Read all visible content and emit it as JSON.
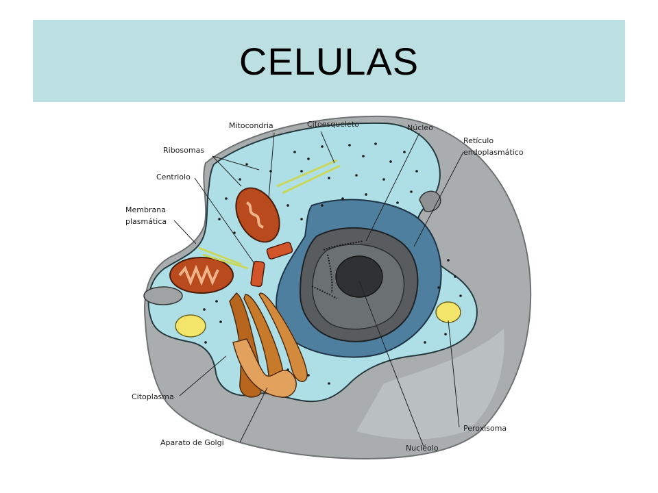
{
  "slide": {
    "title": "CELULAS"
  },
  "diagram": {
    "labels": {
      "mitocondria": "Mitocondria",
      "citoesqueleto": "Citoesqueleto",
      "nucleo": "Núcleo",
      "reticulo_1": "Retículo",
      "reticulo_2": "endoplasmático",
      "ribosomas": "Ribosomas",
      "centriolo": "Centriolo",
      "membrana_1": "Membrana",
      "membrana_2": "plasmática",
      "citoplasma": "Citoplasma",
      "golgi": "Aparato de Golgi",
      "peroxisoma": "Peroxisoma",
      "nucleolo": "Nucléolo"
    },
    "colors": {
      "title_band": "#bcdfe1",
      "cytoplasm": "#aedfe7",
      "membrane_shell": "#a9adae",
      "nucleus_envelope": "#4f7f9f",
      "nucleus": "#585c5f",
      "nucleolus": "#2f3133",
      "mitochondria": "#b84a1e",
      "golgi": "#e3a15e",
      "peroxisome": "#f3e46a",
      "cytoskeleton": "#c9d85a"
    }
  }
}
